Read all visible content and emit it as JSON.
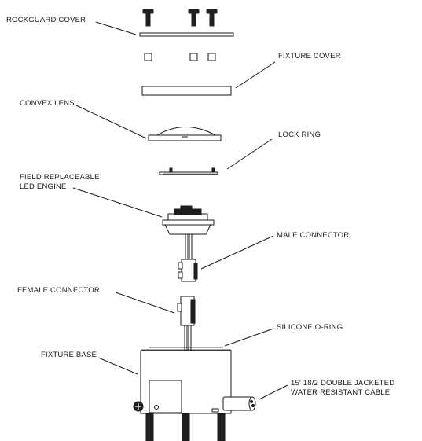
{
  "labels": {
    "rockguard_cover": "ROCKGUARD COVER",
    "fixture_cover": "FIXTURE COVER",
    "convex_lens": "CONVEX LENS",
    "lock_ring": "LOCK RING",
    "led_engine_line1": "FIELD REPLACEABLE",
    "led_engine_line2": "LED ENGINE",
    "male_connector": "MALE CONNECTOR",
    "female_connector": "FEMALE CONNECTOR",
    "silicone_oring": "SILICONE O-RING",
    "fixture_base": "FIXTURE BASE",
    "cable_line1": "15' 18/2 DOUBLE JACKETED",
    "cable_line2": "WATER RESISTANT CABLE"
  },
  "colors": {
    "line": "#1a1a1a",
    "fill_dark": "#1f1f1f",
    "fill_light": "#ffffff",
    "fill_grey": "#d9d9d9"
  }
}
